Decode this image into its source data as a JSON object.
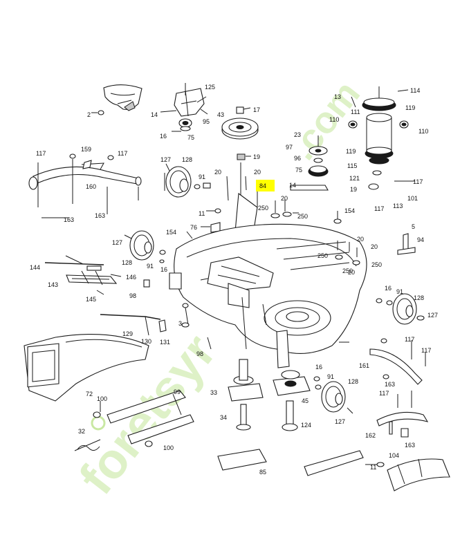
{
  "labels": [
    "2",
    "3",
    "5",
    "11",
    "13",
    "14",
    "16",
    "17",
    "19",
    "20",
    "23",
    "32",
    "33",
    "34",
    "43",
    "45",
    "72",
    "75",
    "76",
    "84",
    "85",
    "91",
    "94",
    "95",
    "96",
    "97",
    "98",
    "99",
    "100",
    "101",
    "104",
    "110",
    "111",
    "113",
    "114",
    "115",
    "117",
    "119",
    "121",
    "124",
    "125",
    "127",
    "128",
    "129",
    "130",
    "131",
    "143",
    "144",
    "145",
    "146",
    "154",
    "159",
    "160",
    "161",
    "162",
    "163",
    "250"
  ],
  "highlighted_label": "84",
  "watermark": {
    "text": "foretsyr",
    "suffix": ".com",
    "color": "#c4e69a"
  },
  "colors": {
    "line": "#1a1a1a",
    "highlight": "#ffff00",
    "background": "#ffffff"
  }
}
